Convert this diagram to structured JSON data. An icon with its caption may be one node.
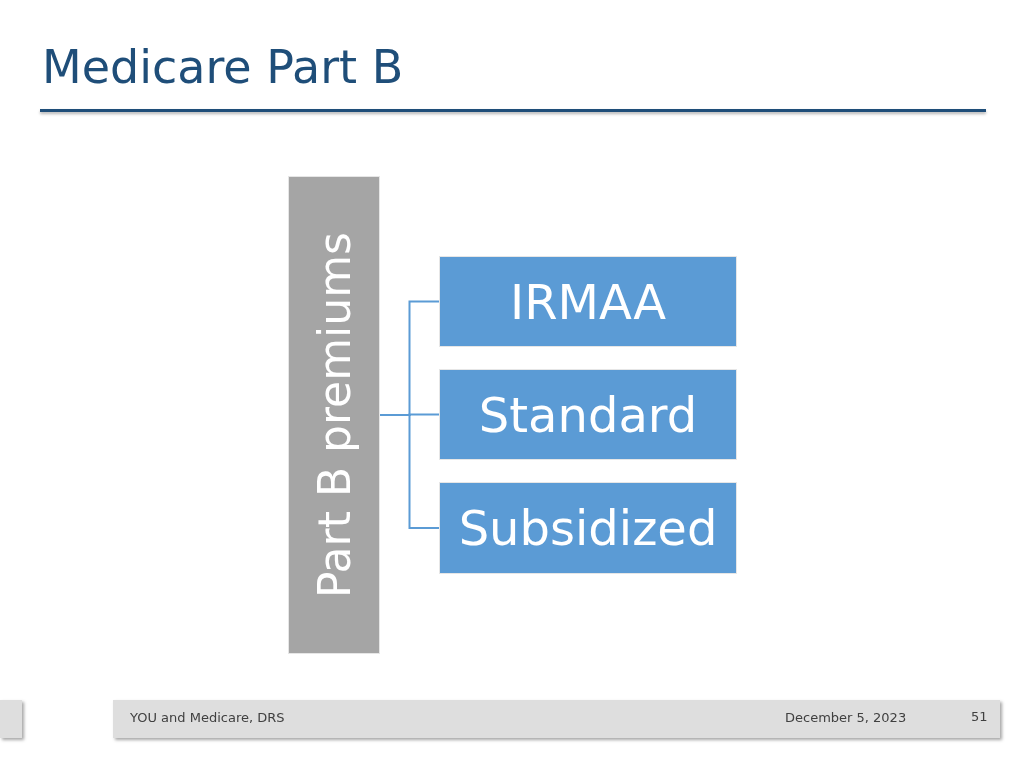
{
  "diagram": {
    "title": "Medicare Part B",
    "nodes": [
      {
        "text": [
          "Part B premiums"
        ]
      },
      {
        "text": [
          "IRMAA"
        ]
      },
      {
        "text": [
          "Standard"
        ]
      },
      {
        "text": [
          "Subsidized"
        ]
      }
    ],
    "edges": [
      {
        "from": 0,
        "to": 1,
        "arrow": "none"
      },
      {
        "from": 0,
        "to": 2,
        "arrow": "none"
      },
      {
        "from": 0,
        "to": 3,
        "arrow": "none"
      }
    ],
    "labels": [
      "YOU and Medicare, DRS",
      "December 5, 2023",
      "51"
    ]
  }
}
